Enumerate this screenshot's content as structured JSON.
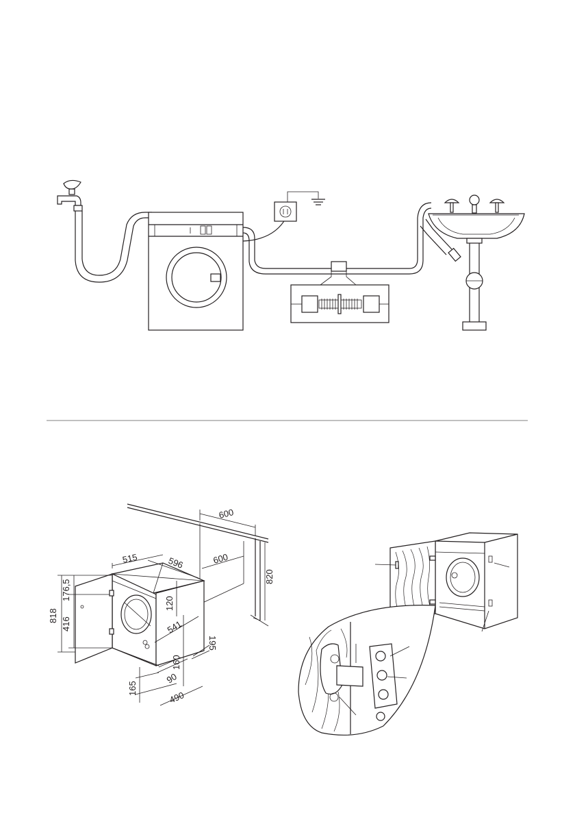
{
  "connection_diagram": {
    "icons": [
      "tap-icon",
      "power-socket-icon",
      "ground-icon",
      "sink-icon",
      "hose-connector-icon"
    ]
  },
  "built_in_dimensions": {
    "labels": {
      "d600_top": "600",
      "d600_inner": "600",
      "d820": "820",
      "d515": "515",
      "d596": "596",
      "d176_5": "176,5",
      "d818": "818",
      "d416": "416",
      "d120": "120",
      "d541": "541",
      "d195": "195",
      "d160": "160",
      "d90": "90",
      "d165": "165",
      "d490": "490"
    }
  },
  "hinge_detail": {
    "icons": [
      "door-hinge-icon",
      "hinge-plate-icon"
    ]
  }
}
